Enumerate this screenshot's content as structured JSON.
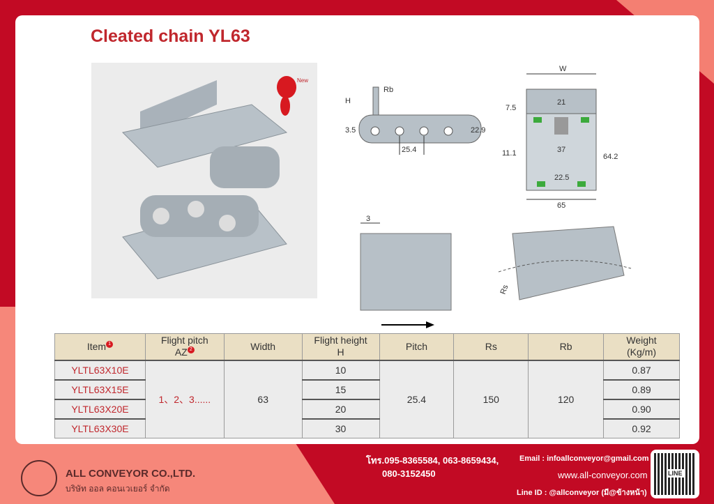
{
  "title": "Cleated chain YL63",
  "photo": {
    "badge": "New"
  },
  "side_view": {
    "labels": [
      "H",
      "Rb",
      "3.5",
      "22.9",
      "25.4"
    ]
  },
  "front_view": {
    "labels": [
      "W",
      "7.5",
      "21",
      "11.1",
      "37",
      "64.2",
      "22.5",
      "65"
    ]
  },
  "top_view": {
    "labels": [
      "3"
    ]
  },
  "curve_view": {
    "labels": [
      "Rs"
    ]
  },
  "table": {
    "headers": {
      "item": "Item",
      "flight_pitch": "Flight pitch",
      "az": "AZ",
      "width": "Width",
      "flight_height": "Flight height",
      "h": "H",
      "pitch": "Pitch",
      "rs": "Rs",
      "rb": "Rb",
      "weight": "Weight",
      "weight_unit": "(Kg/m)",
      "note1": "1",
      "note2": "2"
    },
    "rows": [
      {
        "item": "YLTL63X10E",
        "height": "10",
        "weight": "0.87"
      },
      {
        "item": "YLTL63X15E",
        "height": "15",
        "weight": "0.89"
      },
      {
        "item": "YLTL63X20E",
        "height": "20",
        "weight": "0.90"
      },
      {
        "item": "YLTL63X30E",
        "height": "30",
        "weight": "0.92"
      }
    ],
    "shared": {
      "flight_pitch": "1、2、3......",
      "width": "63",
      "pitch": "25.4",
      "rs": "150",
      "rb": "120"
    }
  },
  "footer": {
    "company": "ALL CONVEYOR CO.,LTD.",
    "company_thai": "บริษัท ออล คอนเวเยอร์ จำกัด",
    "phone1": "โทร.095-8365584, 063-8659434,",
    "phone2": "080-3152450",
    "email": "Email : infoallconveyor@gmail.com",
    "website": "www.all-conveyor.com",
    "line": "Line ID : @allconveyor (มี@ข้างหน้า)",
    "qr_label": "LINE"
  }
}
